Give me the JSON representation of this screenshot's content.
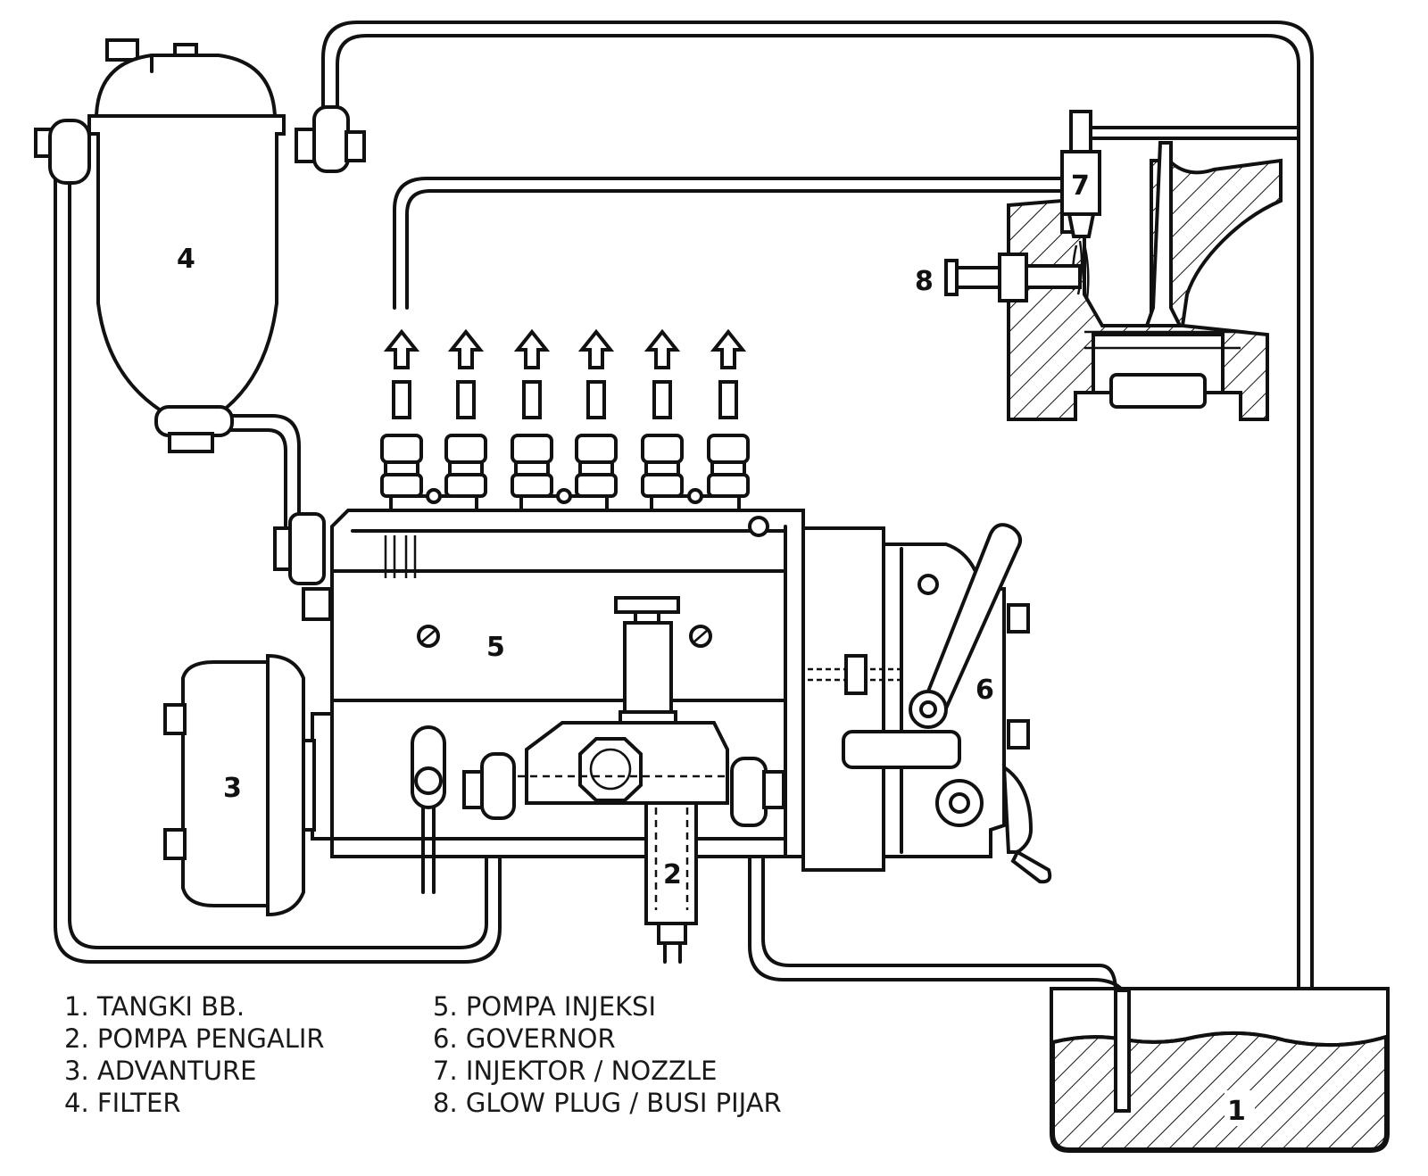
{
  "components": [
    {
      "number": "1",
      "name": "TANGKI BB."
    },
    {
      "number": "2",
      "name": "POMPA PENGALIR"
    },
    {
      "number": "3",
      "name": "ADVANTURE"
    },
    {
      "number": "4",
      "name": "FILTER"
    },
    {
      "number": "5",
      "name": "POMPA INJEKSI"
    },
    {
      "number": "6",
      "name": "GOVERNOR"
    },
    {
      "number": "7",
      "name": "INJEKTOR / NOZZLE"
    },
    {
      "number": "8",
      "name": "GLOW PLUG / BUSI PIJAR"
    }
  ],
  "legend": {
    "left": [
      "1. TANGKI BB.",
      "2. POMPA PENGALIR",
      "3. ADVANTURE",
      "4. FILTER"
    ],
    "right": [
      "5. POMPA INJEKSI",
      "6. GOVERNOR",
      "7. INJEKTOR / NOZZLE",
      "8. GLOW PLUG / BUSI PIJAR"
    ]
  },
  "colors": {
    "line": "#111111",
    "background": "#ffffff"
  }
}
